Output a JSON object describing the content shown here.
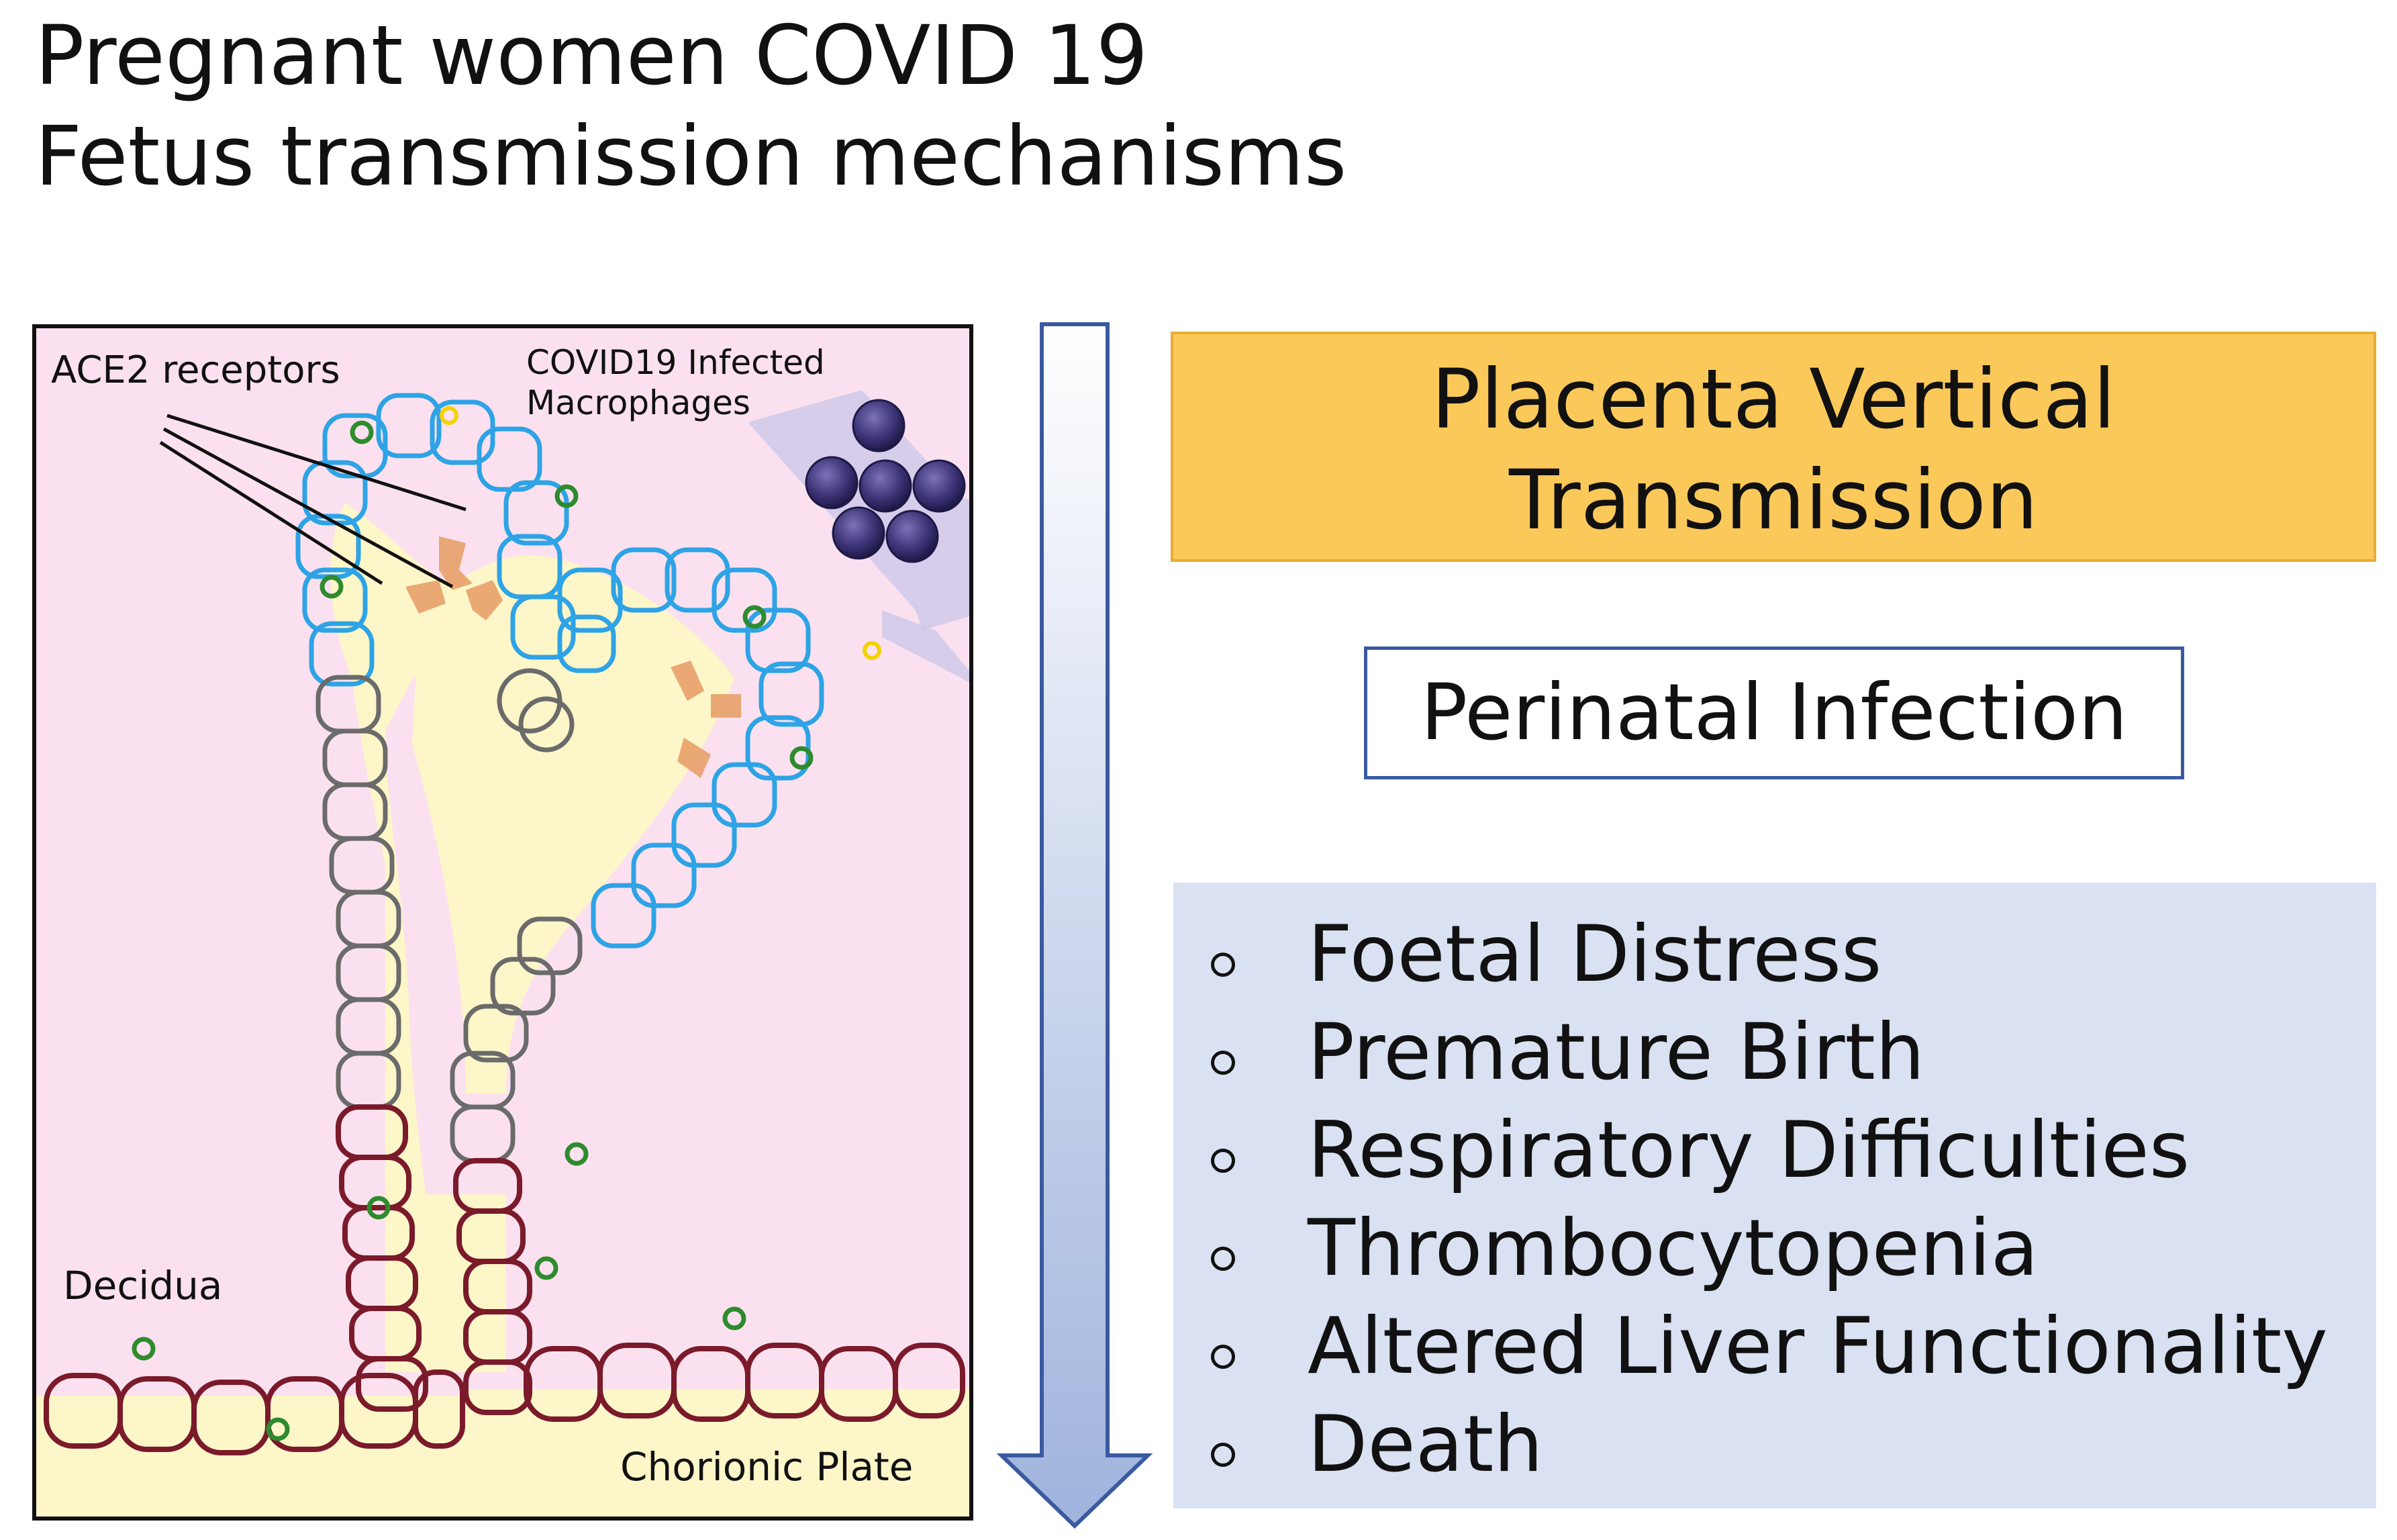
{
  "title": {
    "line1": "Pregnant women COVID 19",
    "line2": "Fetus transmission mechanisms"
  },
  "diagram": {
    "labels": {
      "ace2": "ACE2 receptors",
      "macrophages_line1": "COVID19 Infected",
      "macrophages_line2": "Macrophages",
      "decidua": "Decidua",
      "chorionic_plate": "Chorionic Plate"
    }
  },
  "transmission_box": {
    "line1": "Placenta Vertical",
    "line2": "Transmission"
  },
  "infection_box": {
    "label": "Perinatal Infection"
  },
  "outcomes": [
    "Foetal Distress",
    "Premature Birth",
    "Respiratory Difficulties",
    "Thrombocytopenia",
    "Altered Liver Functionality",
    "Death"
  ],
  "colors": {
    "panel_background": "#fbe1ef",
    "villus_core": "#fdf6c8",
    "infected_cells": "#2ea3e6",
    "healthy_cells": "#6b6b6b",
    "basal_cells": "#7a1a2b",
    "ace2_receptor": "#2e8b2e",
    "macrophage": "#3b3270",
    "transmission_box": "#fbc95a",
    "infection_border": "#3a5aa0",
    "outcomes_box": "#d9e1f2",
    "arrow_fill_top": "#ffffff",
    "arrow_fill_bottom": "#9fb3dd"
  }
}
